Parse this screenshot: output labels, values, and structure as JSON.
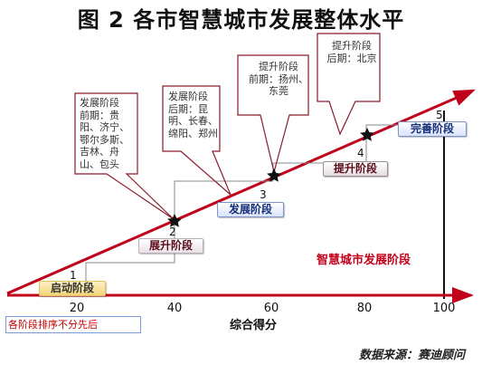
{
  "title": "图 2  各市智慧城市发展整体水平",
  "stages": [
    {
      "number": "1",
      "label": "启动阶段"
    },
    {
      "number": "2",
      "label": "展升阶段"
    },
    {
      "number": "3",
      "label": "发展阶段"
    },
    {
      "number": "4",
      "label": "提升阶段"
    },
    {
      "number": "5",
      "label": "完善阶段"
    }
  ],
  "callouts": [
    {
      "stage": "2",
      "text": "发展阶段\n前期：贵阳、济宁、鄂尔多斯、吉林、舟山、包头"
    },
    {
      "stage": "3",
      "text": "发展阶段\n后期：昆明、长春、绵阳、郑州"
    },
    {
      "stage": "4",
      "text": "提升阶段\n前期：扬州、东莞"
    },
    {
      "stage": "5",
      "text": "提升阶段\n后期：北京"
    }
  ],
  "x_axis": {
    "label": "综合得分",
    "ticks": [
      "20",
      "40",
      "60",
      "80",
      "100"
    ]
  },
  "note": "各阶段排序不分先后",
  "diagram_label": "智慧城市发展阶段",
  "source": "数据来源：赛迪顾问",
  "colors": {
    "axis_red": "#c0001a",
    "callout_border": "#8b1a2a",
    "note_border": "#7a9ad6"
  }
}
